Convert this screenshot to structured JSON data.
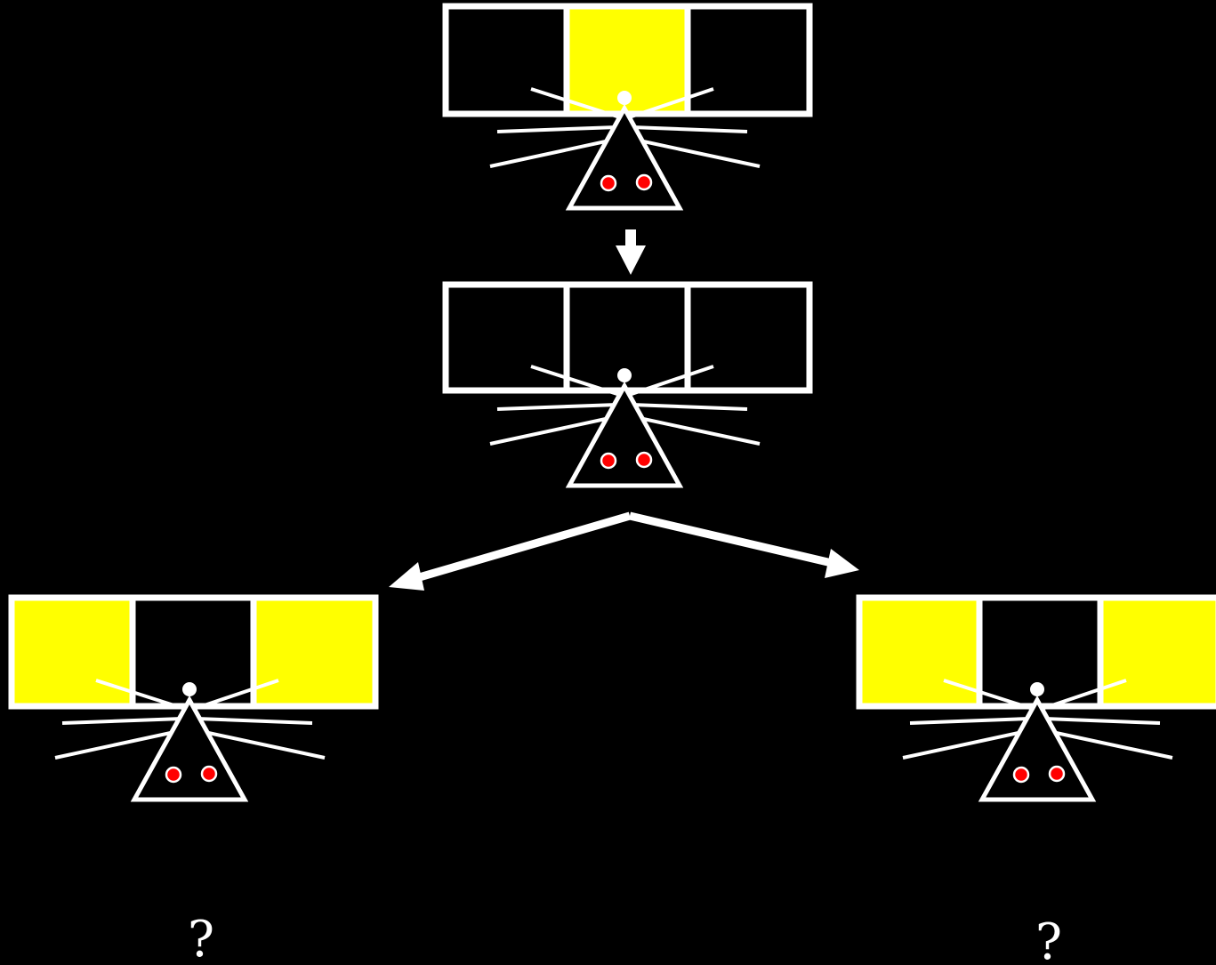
{
  "colors": {
    "background": "#000000",
    "outline": "#ffffff",
    "lit_panel": "#ffff00",
    "dark_panel": "#000000",
    "eye": "#ff0000"
  },
  "panels": [
    {
      "id": "top",
      "lit": [
        false,
        true,
        false
      ]
    },
    {
      "id": "middle",
      "lit": [
        false,
        false,
        false
      ]
    },
    {
      "id": "bottom-left",
      "lit": [
        true,
        false,
        true
      ]
    },
    {
      "id": "bottom-right",
      "lit": [
        true,
        false,
        true
      ]
    }
  ],
  "question_marks": {
    "left": "?",
    "right": "?"
  },
  "icons": {
    "subject": "mouse-head-icon",
    "down_arrow": "arrow-down-icon",
    "branch_arrow": "arrow-branch-icon"
  }
}
